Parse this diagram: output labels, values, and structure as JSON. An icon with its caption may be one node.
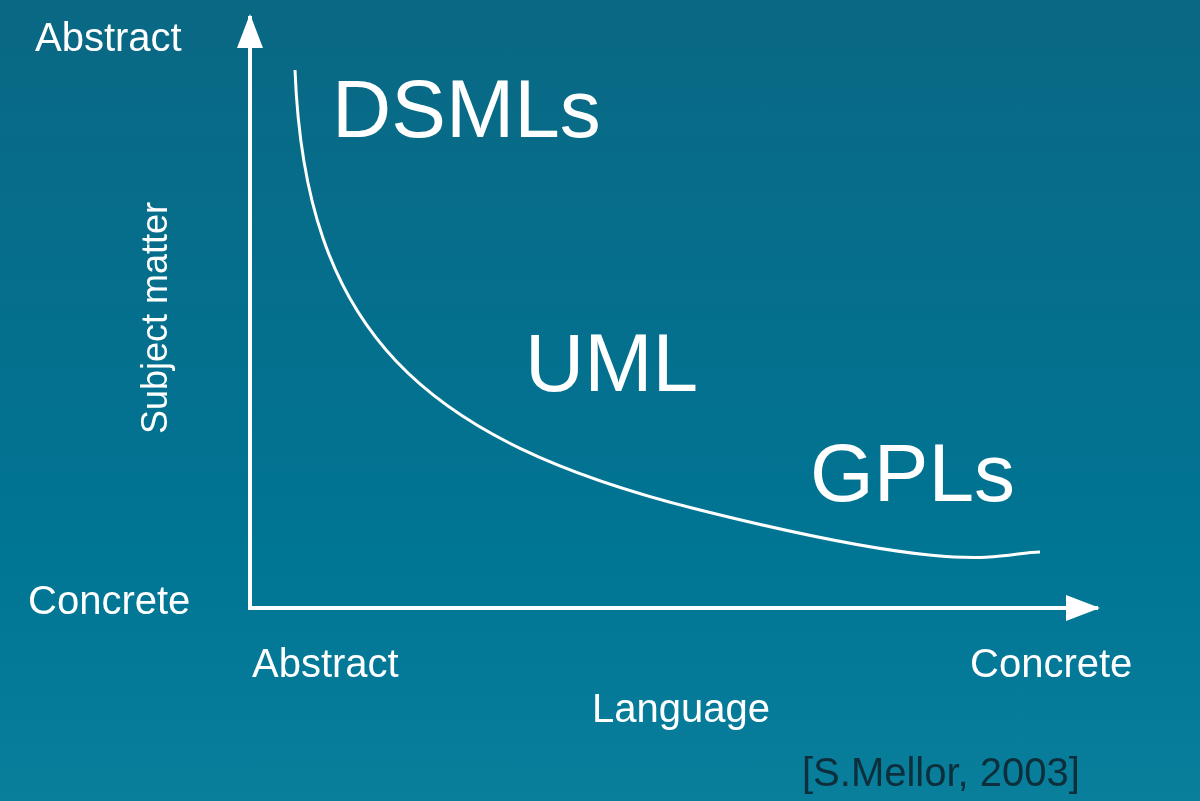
{
  "diagram": {
    "labels": [
      "Abstract",
      "DSMLs",
      "Subject matter",
      "UML",
      "GPLs",
      "Concrete",
      "Abstract",
      "Concrete",
      "Language",
      "[S.Mellor, 2003]"
    ]
  }
}
